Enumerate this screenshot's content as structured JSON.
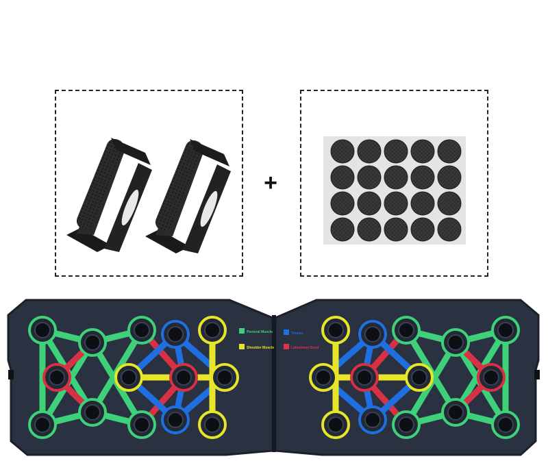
{
  "plus_sign": "+",
  "legend": {
    "left_board": [
      {
        "label": "Pectoral Muscle",
        "color": "#3fd07a"
      },
      {
        "label": "Shoulder Muscle",
        "color": "#e6e52a"
      }
    ],
    "right_board": [
      {
        "label": "Triceps",
        "color": "#1f6fe0"
      },
      {
        "label": "Latissimus Dorsi",
        "color": "#e0304a"
      }
    ]
  },
  "colors": {
    "green": "#3fd07a",
    "yellow": "#e6e52a",
    "blue": "#1f6fe0",
    "red": "#d83045",
    "board": "#2a3140",
    "board_edge": "#1b202b"
  },
  "accessories": {
    "handles_icon": "push-up-handle-icon",
    "pads_icon": "anti-slip-pad-icon",
    "pad_count": 20
  }
}
